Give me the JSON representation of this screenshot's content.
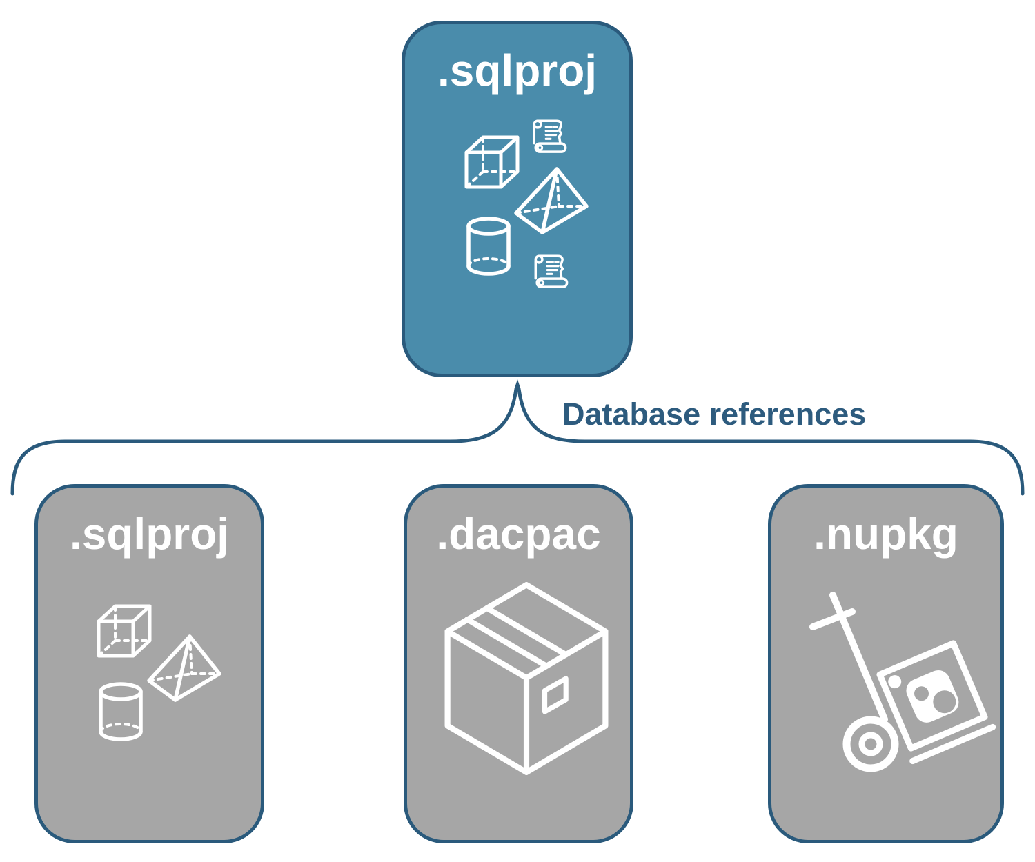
{
  "diagram": {
    "background": "#ffffff",
    "root_node": {
      "label": ".sqlproj",
      "fill": "#4a8cab",
      "border": "#2a5a7c",
      "icons": [
        "scroll-icon",
        "cube-icon",
        "pyramid-icon",
        "cylinder-icon",
        "scroll-icon"
      ]
    },
    "connector": {
      "label": "Database references",
      "color": "#2d5b7e"
    },
    "child_nodes": [
      {
        "label": ".sqlproj",
        "fill": "#a6a6a6",
        "icons": [
          "cube-icon",
          "pyramid-icon",
          "cylinder-icon"
        ]
      },
      {
        "label": ".dacpac",
        "fill": "#a6a6a6",
        "icons": [
          "package-box-icon"
        ]
      },
      {
        "label": ".nupkg",
        "fill": "#a6a6a6",
        "icons": [
          "nuget-handtruck-icon"
        ]
      }
    ]
  }
}
